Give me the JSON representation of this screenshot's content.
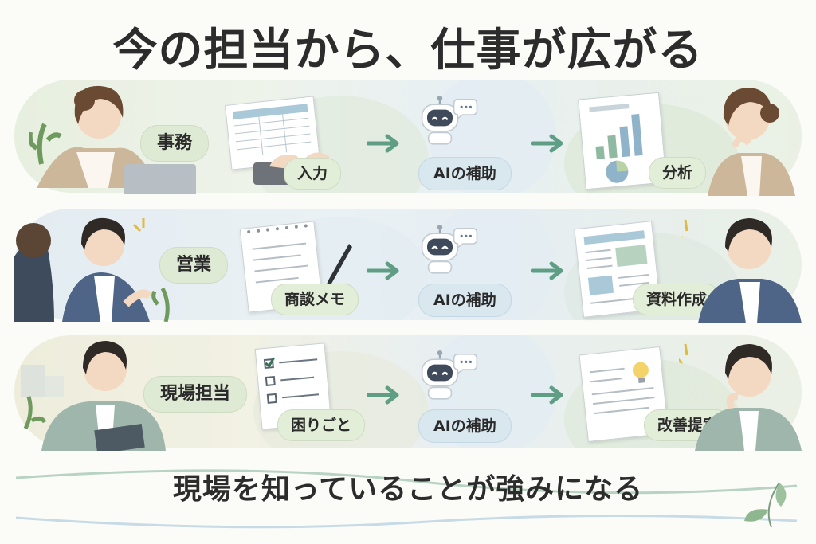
{
  "title": "今の担当から、仕事が広がる",
  "rows": [
    {
      "role": "事務",
      "task": "入力",
      "ai": "AIの補助",
      "result": "分析"
    },
    {
      "role": "営業",
      "task": "商談メモ",
      "ai": "AIの補助",
      "result": "資料作成"
    },
    {
      "role": "現場担当",
      "task": "困りごと",
      "ai": "AIの補助",
      "result": "改善提案"
    }
  ],
  "footer": "現場を知っていることが強みになる",
  "colors": {
    "accent_green": "#5f9e84",
    "pill_green": "#dfead4",
    "pill_blue": "#d9e7ef",
    "text": "#2c2c2c"
  }
}
